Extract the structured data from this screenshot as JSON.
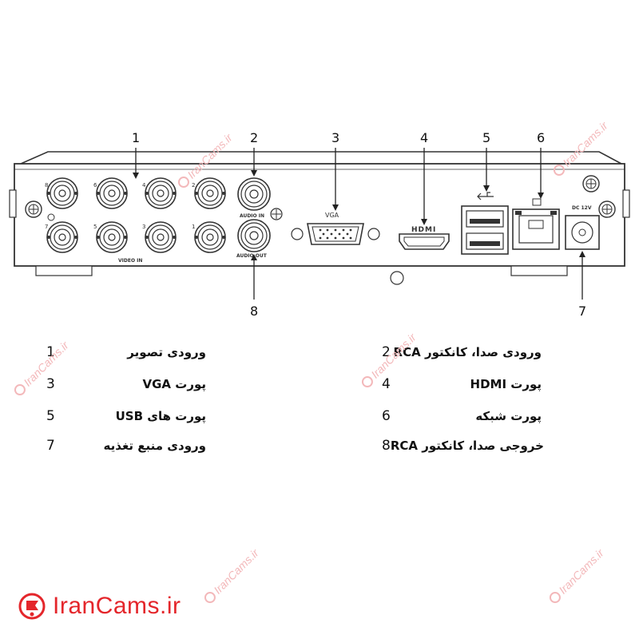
{
  "device": {
    "video_in_label": "VIDEO IN",
    "audio_in_label": "AUDIO IN",
    "audio_out_label": "AUDIO OUT",
    "vga_label": "VGA",
    "hdmi_label": "HDMI",
    "usb_symbol": "USB",
    "power_label": "DC 12V",
    "bnc_numbers_top": [
      "8",
      "6",
      "4",
      "2"
    ],
    "bnc_numbers_bottom": [
      "7",
      "5",
      "3",
      "1"
    ]
  },
  "callouts": [
    {
      "id": "1",
      "label": "1"
    },
    {
      "id": "2",
      "label": "2"
    },
    {
      "id": "3",
      "label": "3"
    },
    {
      "id": "4",
      "label": "4"
    },
    {
      "id": "5",
      "label": "5"
    },
    {
      "id": "6",
      "label": "6"
    },
    {
      "id": "7",
      "label": "7"
    },
    {
      "id": "8",
      "label": "8"
    }
  ],
  "legend": [
    {
      "num": "1",
      "text": "ورودی تصویر"
    },
    {
      "num": "2",
      "text": "ورودی صدا، کانکتور RCA"
    },
    {
      "num": "3",
      "text": "پورت VGA"
    },
    {
      "num": "4",
      "text": "پورت HDMI"
    },
    {
      "num": "5",
      "text": "پورت های USB"
    },
    {
      "num": "6",
      "text": "پورت شبکه"
    },
    {
      "num": "7",
      "text": "ورودی منبع تغذیه"
    },
    {
      "num": "8",
      "text": "خروجی صدا، کانکتور RCA"
    }
  ],
  "brand": {
    "name": "IranCams.ir",
    "color": "#e4262b"
  },
  "watermark": {
    "text": "IranCams.ir",
    "color": "#f3b8ba"
  }
}
